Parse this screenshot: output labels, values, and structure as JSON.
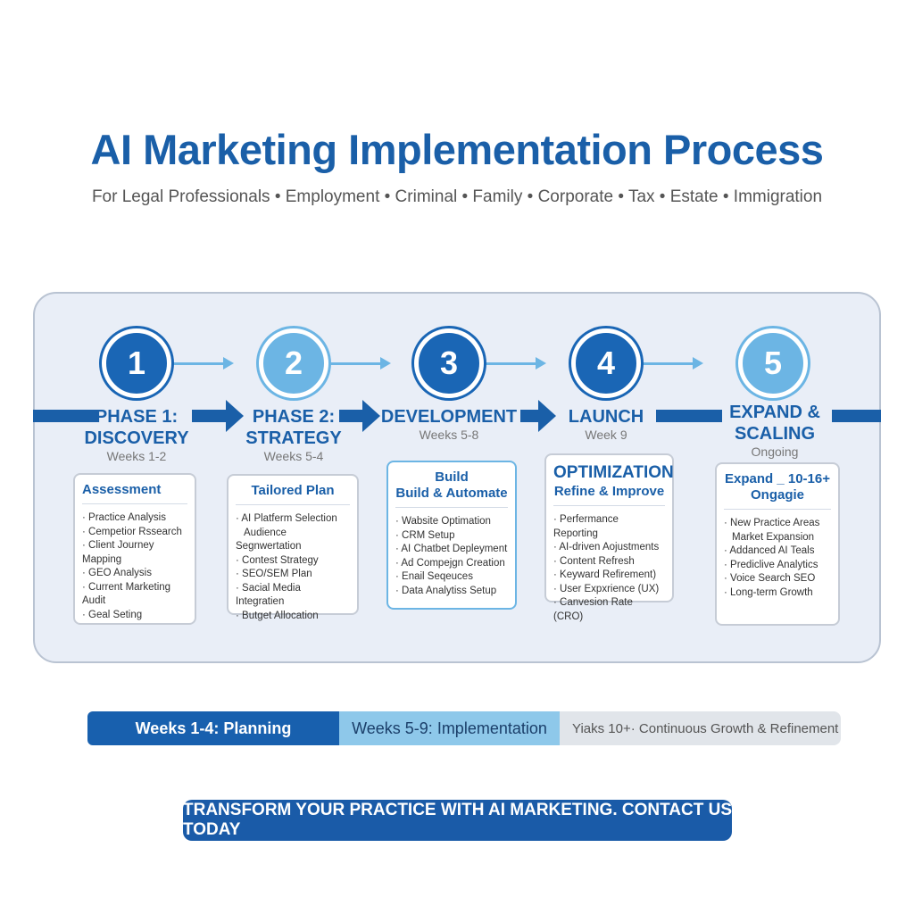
{
  "title": "AI Marketing Implementation Process",
  "subtitle": "For Legal Professionals • Employment • Criminal • Family • Corporate • Tax • Estate • Immigration",
  "colors": {
    "primary": "#1a5fa8",
    "light": "#6cb5e4",
    "panel": "#e9eef7"
  },
  "phases": [
    {
      "number": "1",
      "name": "PHASE 1:",
      "name2": "DISCOVERY",
      "weeks": "Weeks 1-2",
      "card_title": "Assessment",
      "items": [
        "Practice Analysis",
        "Cempetior Rssearch",
        "Client Journey Mapping",
        "GEO Analysis",
        "Current Marketing Audit",
        "Geal Seting"
      ]
    },
    {
      "number": "2",
      "name": "PHASE 2:",
      "name2": "STRATEGY",
      "weeks": "Weeks 5-4",
      "card_title": "Tailored Plan",
      "items": [
        "AI Platferm Selection",
        "Audience Segnwertation",
        "Contest Strategy",
        "SEO/SEM Plan",
        "Sacial Media Integratien",
        "Butget Allocation"
      ]
    },
    {
      "number": "3",
      "name": "DEVELOPMENT",
      "weeks": "Weeks 5-8",
      "card_title": "Build",
      "card_title2": "Build & Automate",
      "items": [
        "Wabsite Optimation",
        "CRM Setup",
        "AI Chatbet Depleyment",
        "Ad Compejgn Creation",
        "Enail Seqeuces",
        "Data Analytiss Setup"
      ]
    },
    {
      "number": "4",
      "name": "LAUNCH",
      "weeks": "Week 9",
      "card_title": "OPTIMIZATION",
      "card_title2": "Refine & Improve",
      "items": [
        "Perfermance Reporting",
        "AI-driven Aojustments",
        "Content Refresh",
        "Keyward Refirement)",
        "User Expxrience (UX)",
        "Canvesion Rate (CRO)"
      ]
    },
    {
      "number": "5",
      "name": "EXPAND &",
      "name2": "SCALING",
      "weeks": "Ongoing",
      "card_title": "Expand _ 10-16+",
      "card_title2": "Ongagie",
      "items": [
        "New Practice Areas",
        "Market Expansion",
        "Addanced AI Teals",
        "Prediclive Analytics",
        "Voice Search SEO",
        "Long-term Growth"
      ]
    }
  ],
  "timeline": [
    {
      "label": "Weeks 1-4: Planning",
      "color": "#1860ae"
    },
    {
      "label": "Weeks 5-9: Implementation",
      "color": "#8ec8ea"
    },
    {
      "label": "Yiaks 10+· Continuous Growth & Refinement",
      "color": "#e1e5ea"
    }
  ],
  "cta": "TRANSFORM YOUR PRACTICE WITH AI MARKETING. CONTACT US TODAY"
}
